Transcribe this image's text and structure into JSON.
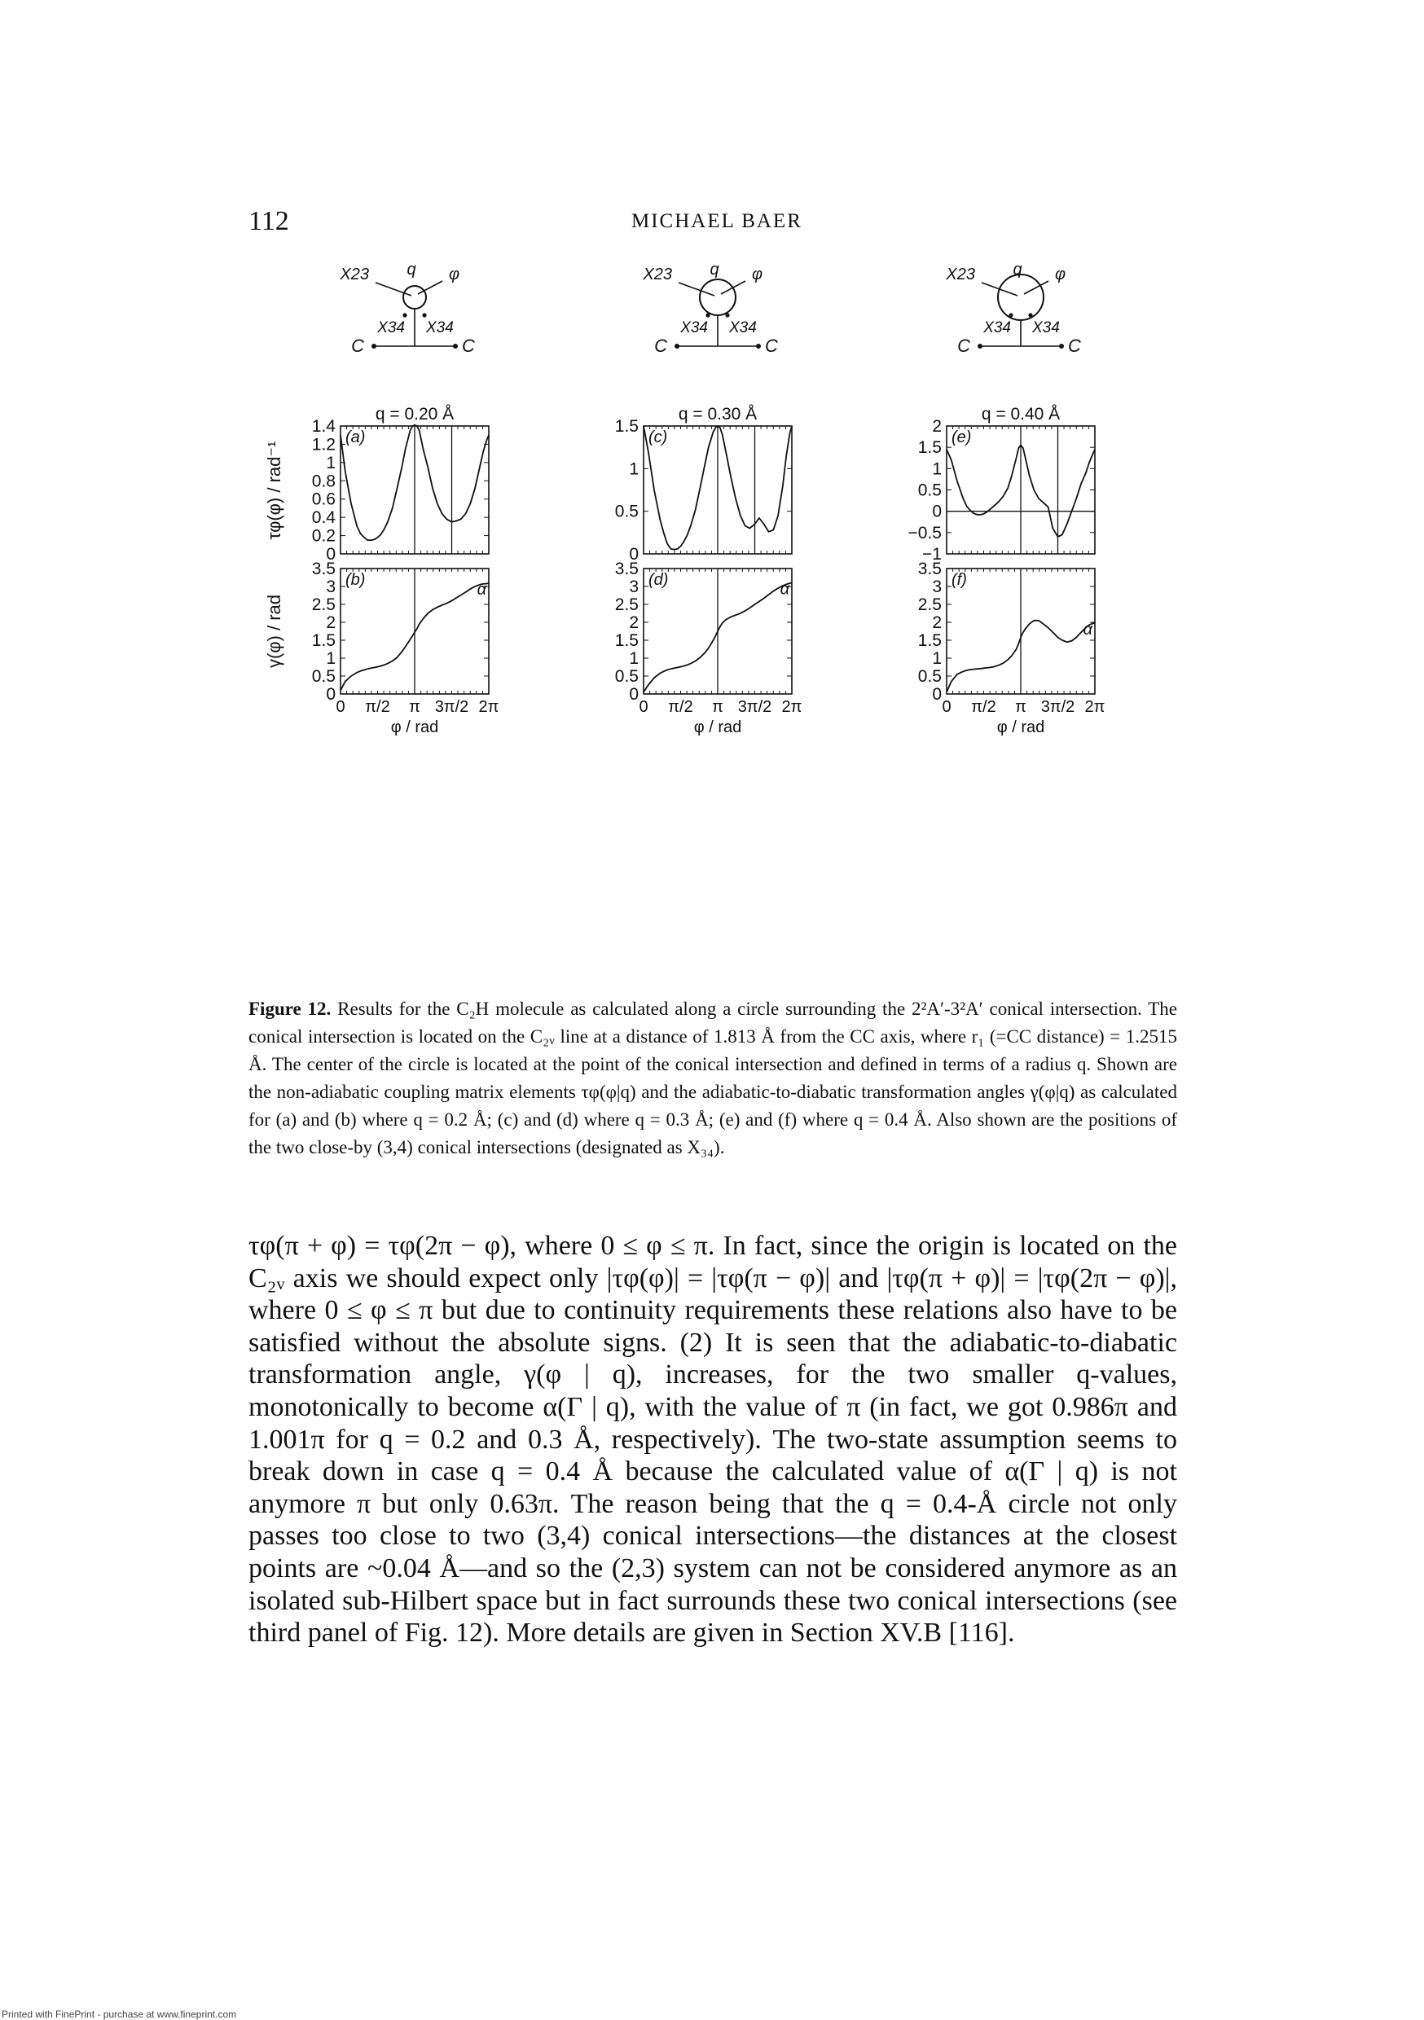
{
  "header": {
    "page_number": "112",
    "author": "MICHAEL BAER"
  },
  "figure": {
    "panels": [
      {
        "q_label": "q = 0.20 Å",
        "top_tag": "(a)",
        "bottom_tag": "(b)"
      },
      {
        "q_label": "q = 0.30 Å",
        "top_tag": "(c)",
        "bottom_tag": "(d)"
      },
      {
        "q_label": "q = 0.40 Å",
        "top_tag": "(e)",
        "bottom_tag": "(f)"
      }
    ],
    "diagram_labels": {
      "x23": "X23",
      "x34": "X34",
      "q": "q",
      "phi": "φ",
      "c": "C"
    },
    "y_label_top": "τφ(φ) / rad⁻¹",
    "y_label_bottom": "γ(φ) / rad",
    "x_label": "φ / rad",
    "alpha_label": "α",
    "x_ticks": [
      "0",
      "π/2",
      "π",
      "3π/2",
      "2π"
    ]
  },
  "chart_data": [
    {
      "panel": "a",
      "type": "line",
      "ylabel": "τφ(φ) / rad⁻¹",
      "ylim": [
        0,
        1.4
      ],
      "yticks": [
        "0",
        "0.2",
        "0.4",
        "0.6",
        "0.8",
        "1",
        "1.2",
        "1.4"
      ],
      "x": [
        0,
        0.2,
        0.45,
        0.7,
        0.85,
        1.0,
        1.15,
        1.3,
        1.45,
        1.57,
        1.7,
        1.85,
        2.0,
        2.2,
        2.4,
        2.6,
        2.75,
        2.95,
        3.05,
        3.14,
        3.24,
        3.34,
        3.5,
        3.7,
        3.9,
        4.1,
        4.3,
        4.5,
        4.712,
        4.9,
        5.1,
        5.3,
        5.5,
        5.7,
        5.9,
        6.05,
        6.2,
        6.283
      ],
      "y": [
        1.3,
        0.9,
        0.55,
        0.3,
        0.22,
        0.18,
        0.15,
        0.15,
        0.16,
        0.18,
        0.21,
        0.27,
        0.35,
        0.5,
        0.72,
        0.95,
        1.15,
        1.35,
        1.4,
        1.41,
        1.4,
        1.35,
        1.15,
        0.95,
        0.72,
        0.55,
        0.44,
        0.38,
        0.35,
        0.36,
        0.38,
        0.44,
        0.55,
        0.72,
        0.95,
        1.12,
        1.25,
        1.3
      ]
    },
    {
      "panel": "c",
      "type": "line",
      "ylabel": "",
      "ylim": [
        0,
        1.5
      ],
      "yticks": [
        "0",
        "0.5",
        "1",
        "1.5"
      ],
      "x": [
        0,
        0.2,
        0.45,
        0.7,
        0.85,
        1.0,
        1.15,
        1.3,
        1.45,
        1.57,
        1.7,
        1.85,
        2.0,
        2.2,
        2.4,
        2.6,
        2.75,
        2.95,
        3.05,
        3.14,
        3.24,
        3.34,
        3.5,
        3.7,
        3.9,
        4.1,
        4.3,
        4.5,
        4.712,
        4.9,
        5.1,
        5.3,
        5.5,
        5.7,
        5.9,
        6.05,
        6.2,
        6.283
      ],
      "y": [
        1.5,
        1.2,
        0.75,
        0.4,
        0.25,
        0.12,
        0.06,
        0.05,
        0.06,
        0.09,
        0.14,
        0.22,
        0.33,
        0.52,
        0.78,
        1.05,
        1.25,
        1.43,
        1.48,
        1.5,
        1.48,
        1.4,
        1.18,
        0.9,
        0.65,
        0.45,
        0.33,
        0.3,
        0.35,
        0.42,
        0.35,
        0.26,
        0.28,
        0.45,
        0.8,
        1.15,
        1.42,
        1.5
      ]
    },
    {
      "panel": "e",
      "type": "line",
      "ylabel": "",
      "ylim": [
        -1,
        2
      ],
      "yticks": [
        "-1",
        "-0.5",
        "0",
        "0.5",
        "1",
        "1.5",
        "2"
      ],
      "x": [
        0,
        0.2,
        0.45,
        0.7,
        0.85,
        1.0,
        1.15,
        1.3,
        1.45,
        1.57,
        1.7,
        1.85,
        2.0,
        2.2,
        2.4,
        2.6,
        2.75,
        2.95,
        3.05,
        3.14,
        3.24,
        3.34,
        3.5,
        3.7,
        3.9,
        4.1,
        4.3,
        4.5,
        4.712,
        4.9,
        5.1,
        5.3,
        5.5,
        5.7,
        5.9,
        6.05,
        6.2,
        6.283
      ],
      "y": [
        1.45,
        1.2,
        0.7,
        0.3,
        0.12,
        0.02,
        -0.05,
        -0.08,
        -0.08,
        -0.06,
        -0.02,
        0.05,
        0.12,
        0.22,
        0.35,
        0.55,
        0.82,
        1.25,
        1.48,
        1.55,
        1.48,
        1.25,
        0.85,
        0.5,
        0.3,
        0.2,
        0.1,
        -0.4,
        -0.6,
        -0.55,
        -0.3,
        0.0,
        0.3,
        0.65,
        0.9,
        1.15,
        1.35,
        1.45
      ]
    },
    {
      "panel": "b",
      "type": "line",
      "ylabel": "γ(φ) / rad",
      "ylim": [
        0,
        3.5
      ],
      "yticks": [
        "0",
        "0.5",
        "1",
        "1.5",
        "2",
        "2.5",
        "3",
        "3.5"
      ],
      "x": [
        0,
        0.2,
        0.45,
        0.7,
        0.85,
        1.0,
        1.15,
        1.3,
        1.45,
        1.57,
        1.7,
        1.85,
        2.0,
        2.2,
        2.4,
        2.6,
        2.75,
        2.95,
        3.05,
        3.14,
        3.24,
        3.34,
        3.5,
        3.7,
        3.9,
        4.1,
        4.3,
        4.5,
        4.712,
        4.9,
        5.1,
        5.3,
        5.5,
        5.7,
        5.9,
        6.05,
        6.2,
        6.283
      ],
      "y": [
        0.1,
        0.35,
        0.5,
        0.6,
        0.64,
        0.67,
        0.7,
        0.72,
        0.74,
        0.76,
        0.78,
        0.81,
        0.85,
        0.92,
        1.02,
        1.18,
        1.32,
        1.52,
        1.62,
        1.72,
        1.82,
        1.95,
        2.1,
        2.25,
        2.35,
        2.42,
        2.48,
        2.53,
        2.6,
        2.68,
        2.76,
        2.84,
        2.93,
        3.0,
        3.05,
        3.07,
        3.08,
        3.09
      ]
    },
    {
      "panel": "d",
      "type": "line",
      "ylabel": "",
      "ylim": [
        0,
        3.5
      ],
      "yticks": [
        "0",
        "0.5",
        "1",
        "1.5",
        "2",
        "2.5",
        "3",
        "3.5"
      ],
      "x": [
        0,
        0.2,
        0.45,
        0.7,
        0.85,
        1.0,
        1.15,
        1.3,
        1.45,
        1.57,
        1.7,
        1.85,
        2.0,
        2.2,
        2.4,
        2.6,
        2.75,
        2.95,
        3.05,
        3.14,
        3.24,
        3.34,
        3.5,
        3.7,
        3.9,
        4.1,
        4.3,
        4.5,
        4.712,
        4.9,
        5.1,
        5.3,
        5.5,
        5.7,
        5.9,
        6.05,
        6.2,
        6.283
      ],
      "y": [
        0.05,
        0.25,
        0.45,
        0.58,
        0.63,
        0.67,
        0.7,
        0.72,
        0.74,
        0.76,
        0.78,
        0.81,
        0.85,
        0.92,
        1.02,
        1.15,
        1.28,
        1.5,
        1.62,
        1.75,
        1.88,
        1.98,
        2.08,
        2.15,
        2.2,
        2.25,
        2.32,
        2.4,
        2.5,
        2.58,
        2.67,
        2.77,
        2.87,
        2.95,
        3.02,
        3.06,
        3.09,
        3.1
      ]
    },
    {
      "panel": "f",
      "type": "line",
      "ylabel": "",
      "ylim": [
        0,
        3.5
      ],
      "yticks": [
        "0",
        "0.5",
        "1",
        "1.5",
        "2",
        "2.5",
        "3",
        "3.5"
      ],
      "x": [
        0,
        0.2,
        0.45,
        0.7,
        0.85,
        1.0,
        1.15,
        1.3,
        1.45,
        1.57,
        1.7,
        1.85,
        2.0,
        2.2,
        2.4,
        2.6,
        2.75,
        2.95,
        3.05,
        3.14,
        3.24,
        3.34,
        3.5,
        3.7,
        3.9,
        4.1,
        4.3,
        4.5,
        4.712,
        4.9,
        5.1,
        5.3,
        5.5,
        5.7,
        5.9,
        6.05,
        6.2,
        6.283
      ],
      "y": [
        0.05,
        0.35,
        0.55,
        0.63,
        0.66,
        0.68,
        0.69,
        0.7,
        0.71,
        0.72,
        0.73,
        0.74,
        0.76,
        0.8,
        0.86,
        0.96,
        1.06,
        1.25,
        1.4,
        1.58,
        1.72,
        1.82,
        1.95,
        2.05,
        2.05,
        1.95,
        1.85,
        1.72,
        1.58,
        1.5,
        1.45,
        1.48,
        1.58,
        1.72,
        1.85,
        1.93,
        1.97,
        1.98
      ]
    }
  ],
  "caption": {
    "label": "Figure 12.",
    "text": "Results for the C₂H molecule as calculated along a circle surrounding the 2²A′-3²A′ conical intersection. The conical intersection is located on the C₂ᵥ line at a distance of 1.813 Å from the CC axis, where r₁ (=CC distance) = 1.2515 Å. The center of the circle is located at the point of the conical intersection and defined in terms of a radius q. Shown are the non-adiabatic coupling matrix elements τφ(φ|q) and the adiabatic-to-diabatic transformation angles γ(φ|q) as calculated for (a) and (b) where q = 0.2 Å; (c) and (d) where q = 0.3 Å; (e) and (f) where q = 0.4 Å. Also shown are the positions of the two close-by (3,4) conical intersections (designated as X₃₄)."
  },
  "body_text": "τφ(π + φ) = τφ(2π − φ), where 0 ≤ φ ≤ π. In fact, since the origin is located on the C₂ᵥ axis we should expect only |τφ(φ)| = |τφ(π − φ)| and |τφ(π + φ)| = |τφ(2π − φ)|, where 0 ≤ φ ≤ π but due to continuity requirements these relations also have to be satisfied without the absolute signs. (2) It is seen that the adiabatic-to-diabatic transformation angle, γ(φ | q), increases, for the two smaller q-values, monotonically to become α(Γ | q), with the value of π (in fact, we got 0.986π and 1.001π for q = 0.2 and 0.3 Å, respectively). The two-state assumption seems to break down in case q = 0.4 Å because the calculated value of α(Γ | q) is not anymore π but only 0.63π. The reason being that the q = 0.4-Å circle not only passes too close to two (3,4) conical intersections—the distances at the closest points are ~0.04 Å—and so the (2,3) system can not be considered anymore as an isolated sub-Hilbert space but in fact surrounds these two conical intersections (see third panel of Fig. 12). More details are given in Section XV.B [116].",
  "footer": "Printed with FinePrint - purchase at www.fineprint.com"
}
